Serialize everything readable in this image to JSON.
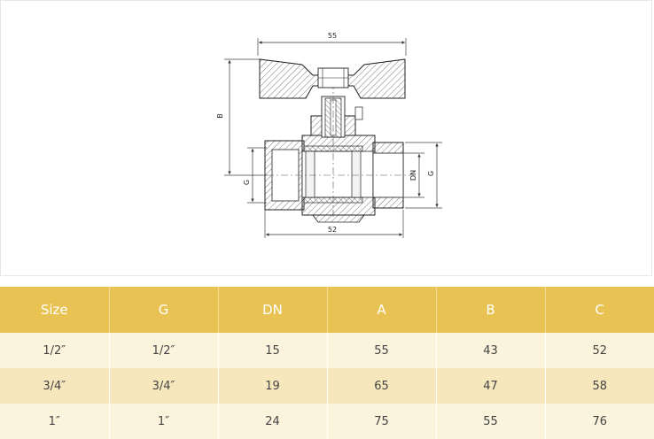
{
  "drawing": {
    "dim_top": "55",
    "dim_bottom": "52",
    "dim_left_vertical": "B",
    "dim_left_port": "G",
    "dim_inner_bore": "DN",
    "dim_right_port": "G"
  },
  "table": {
    "headers": [
      "Size",
      "G",
      "DN",
      "A",
      "B",
      "C"
    ],
    "rows": [
      [
        "1/2″",
        "1/2″",
        "15",
        "55",
        "43",
        "52"
      ],
      [
        "3/4″",
        "3/4″",
        "19",
        "65",
        "47",
        "58"
      ],
      [
        "1″",
        "1″",
        "24",
        "75",
        "55",
        "76"
      ]
    ]
  },
  "colors": {
    "header_bg": "#e8c252",
    "row_light": "#fbf3dc",
    "row_dark": "#f6e8bc"
  }
}
